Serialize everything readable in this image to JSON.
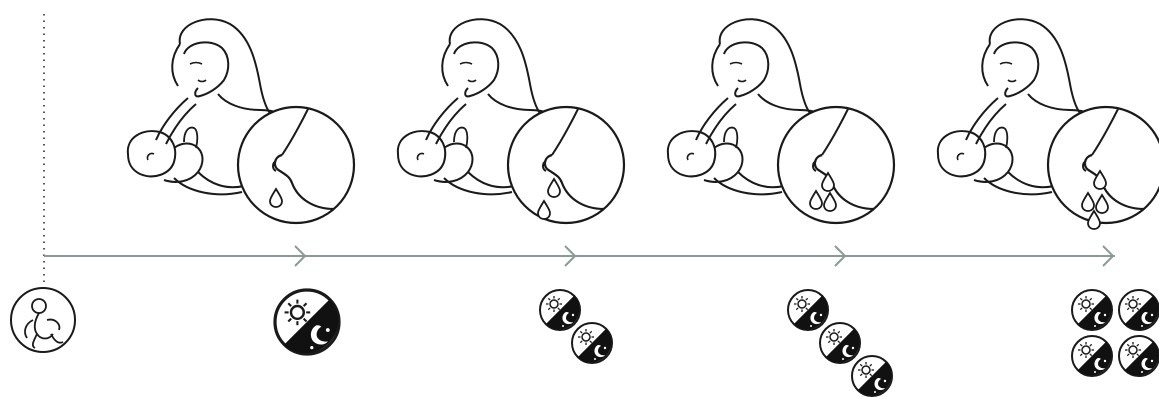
{
  "diagram": {
    "stages": [
      {
        "drop_count": 1,
        "day_night_count": 1
      },
      {
        "drop_count": 2,
        "day_night_count": 2
      },
      {
        "drop_count": 3,
        "day_night_count": 3
      },
      {
        "drop_count": 4,
        "day_night_count": 4
      }
    ],
    "colors": {
      "line": "#1a1a1a",
      "arrow": "#8a9a94",
      "dotted": "#555555",
      "fill_dark": "#111111",
      "background": "#ffffff"
    },
    "icons": {
      "start": "newborn-baby-icon",
      "stage": "breastfeeding-mother-icon",
      "detail": "breast-milk-drops-icon",
      "frequency": "day-night-icon"
    }
  }
}
